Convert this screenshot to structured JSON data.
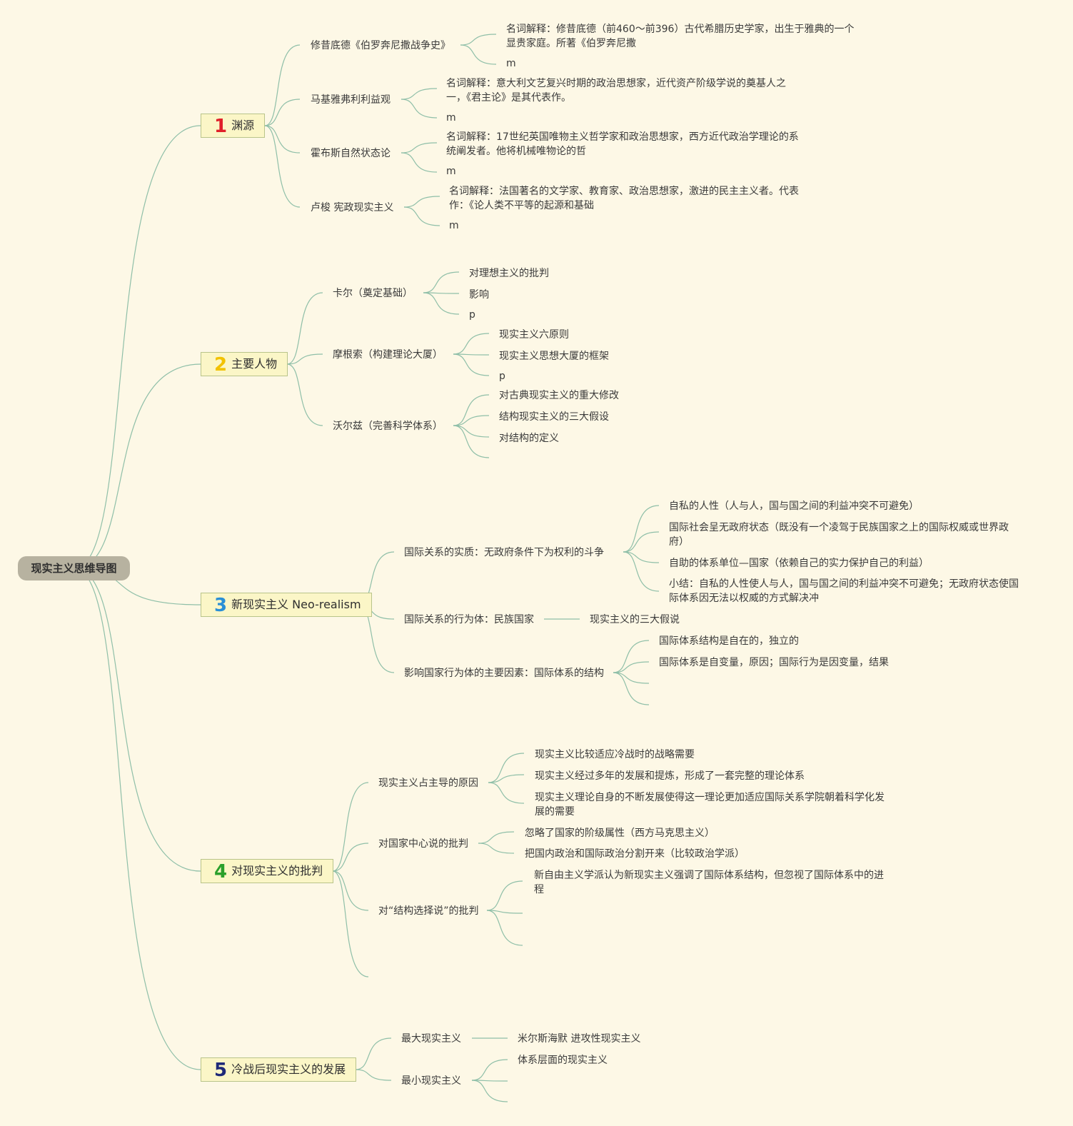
{
  "root": {
    "label": "现实主义思维导图"
  },
  "colors": {
    "background": "#fdf8e6",
    "line": "#8fbfa8",
    "num1": "#e0202a",
    "num2": "#f2c200",
    "num3": "#2a8fd6",
    "num4": "#2aa02a",
    "num5": "#1f2a78"
  },
  "sections": [
    {
      "num": "1",
      "label": "渊源",
      "items": [
        {
          "label": "修昔底德《伯罗奔尼撒战争史》",
          "notes": [
            "名词解释：修昔底德（前460～前396）古代希腊历史学家，出生于雅典的一个显贵家庭。所著《伯罗奔尼撒",
            "m"
          ]
        },
        {
          "label": "马基雅弗利利益观",
          "notes": [
            "名词解释：意大利文艺复兴时期的政治思想家，近代资产阶级学说的奠基人之一，《君主论》是其代表作。",
            "m"
          ]
        },
        {
          "label": "霍布斯自然状态论",
          "notes": [
            "名词解释：17世纪英国唯物主义哲学家和政治思想家，西方近代政治学理论的系统阐发者。他将机械唯物论的哲",
            "m"
          ]
        },
        {
          "label": "卢梭 宪政现实主义",
          "notes": [
            "名词解释：法国著名的文学家、教育家、政治思想家，激进的民主主义者。代表作：《论人类不平等的起源和基础",
            "m"
          ]
        }
      ]
    },
    {
      "num": "2",
      "label": "主要人物",
      "items": [
        {
          "label": "卡尔（奠定基础）",
          "notes": [
            "对理想主义的批判",
            "影响",
            "p"
          ]
        },
        {
          "label": "摩根索（构建理论大厦）",
          "notes": [
            "现实主义六原则",
            "现实主义思想大厦的框架",
            "p"
          ]
        },
        {
          "label": "沃尔兹（完善科学体系）",
          "notes": [
            "对古典现实主义的重大修改",
            "结构现实主义的三大假设",
            "对结构的定义"
          ]
        }
      ]
    },
    {
      "num": "3",
      "label": "新现实主义 Neo-realism",
      "items": [
        {
          "label": "国际关系的实质：无政府条件下为权利的斗争",
          "notes": [
            "自私的人性（人与人，国与国之间的利益冲突不可避免）",
            "国际社会呈无政府状态（既没有一个凌驾于民族国家之上的国际权威或世界政府）",
            "自助的体系单位—国家（依赖自己的实力保护自己的利益）",
            "小结：自私的人性使人与人，国与国之间的利益冲突不可避免；无政府状态使国际体系因无法以权威的方式解决冲"
          ]
        },
        {
          "label": "国际关系的行为体：民族国家",
          "notes": [
            "现实主义的三大假说"
          ]
        },
        {
          "label": "影响国家行为体的主要因素：国际体系的结构",
          "notes": [
            "国际体系结构是自在的，独立的",
            "国际体系是自变量，原因；国际行为是因变量，结果"
          ]
        }
      ]
    },
    {
      "num": "4",
      "label": "对现实主义的批判",
      "items": [
        {
          "label": "现实主义占主导的原因",
          "notes": [
            "现实主义比较适应冷战时的战略需要",
            "现实主义经过多年的发展和提炼，形成了一套完整的理论体系",
            "现实主义理论自身的不断发展使得这一理论更加适应国际关系学院朝着科学化发展的需要"
          ]
        },
        {
          "label": "对国家中心说的批判",
          "notes": [
            "忽略了国家的阶级属性（西方马克思主义）",
            "把国内政治和国际政治分割开来（比较政治学派）"
          ]
        },
        {
          "label": "对“结构选择说”的批判",
          "notes": [
            "新自由主义学派认为新现实主义强调了国际体系结构，但忽视了国际体系中的进程"
          ]
        }
      ]
    },
    {
      "num": "5",
      "label": "冷战后现实主义的发展",
      "items": [
        {
          "label": "最大现实主义",
          "notes": [
            "米尔斯海默 进攻性现实主义"
          ]
        },
        {
          "label": "最小现实主义",
          "notes": [
            "体系层面的现实主义"
          ]
        }
      ]
    }
  ]
}
